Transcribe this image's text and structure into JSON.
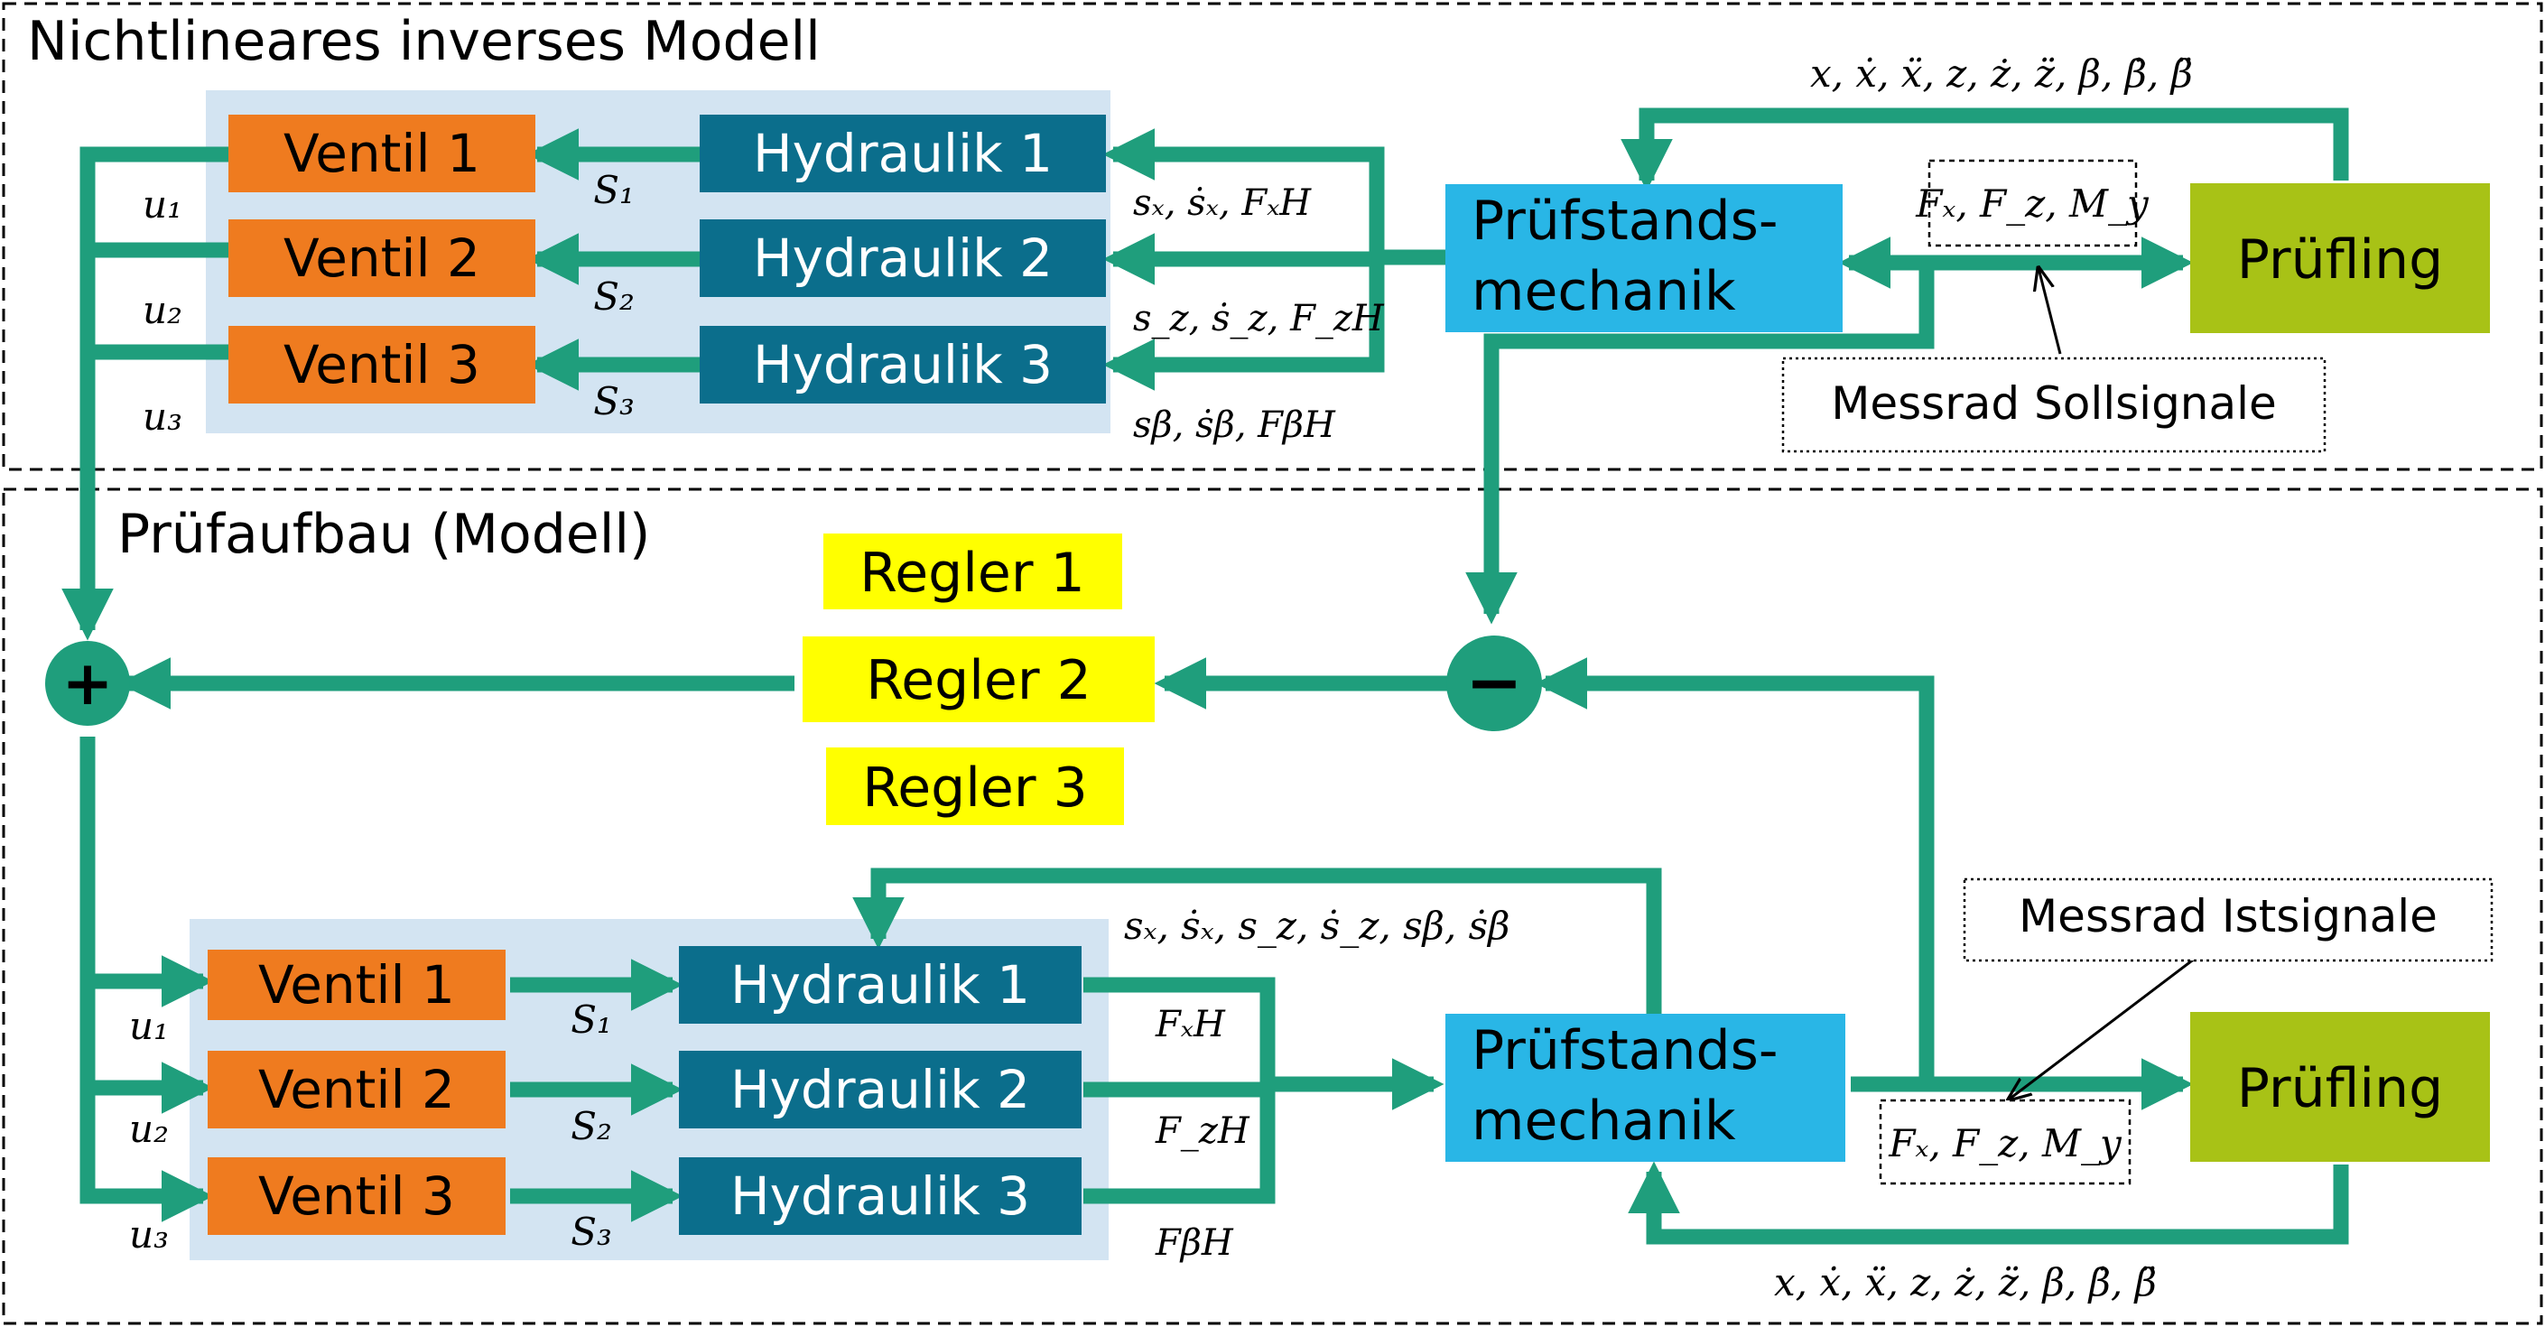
{
  "sections": {
    "top_title": "Nichtlineares inverses Modell",
    "bottom_title": "Prüfaufbau (Modell)"
  },
  "top": {
    "ventile": [
      "Ventil 1",
      "Ventil 2",
      "Ventil 3"
    ],
    "hydraulik": [
      "Hydraulik 1",
      "Hydraulik 2",
      "Hydraulik 3"
    ],
    "u_labels": [
      "u₁",
      "u₂",
      "u₃"
    ],
    "s_labels": [
      "S₁",
      "S₂",
      "S₃"
    ],
    "hyd_inputs": [
      "sₓ, ṡₓ, FₓH",
      "s_z, ṡ_z, F_zH",
      "sβ, ṡβ, FβH"
    ],
    "mechanik": "Prüfstands-mechanik",
    "pruefling": "Prüfling",
    "feedback": "x, ẋ, ẍ, z, ż, z̈, β, β̇, β̈",
    "forces": "Fₓ, F_z, M_y",
    "messrad": "Messrad Sollsignale"
  },
  "controllers": [
    "Regler 1",
    "Regler 2",
    "Regler 3"
  ],
  "junctions": {
    "sum": "+",
    "diff": "−"
  },
  "bottom": {
    "ventile": [
      "Ventil 1",
      "Ventil 2",
      "Ventil 3"
    ],
    "hydraulik": [
      "Hydraulik 1",
      "Hydraulik 2",
      "Hydraulik 3"
    ],
    "u_labels": [
      "u₁",
      "u₂",
      "u₃"
    ],
    "s_labels": [
      "S₁",
      "S₂",
      "S₃"
    ],
    "states": "sₓ, ṡₓ, s_z, ṡ_z, sβ, ṡβ",
    "force_outputs": [
      "FₓH",
      "F_zH",
      "FβH"
    ],
    "mechanik": "Prüfstands-mechanik",
    "pruefling": "Prüfling",
    "feedback": "x, ẋ, ẍ, z, ż, z̈, β, β̇, β̈",
    "forces": "Fₓ, F_z, M_y",
    "messrad": "Messrad Istsignale"
  },
  "colors": {
    "arrow": "#1f9e7c",
    "ventil": "#ef7b1f",
    "hydraulik": "#0b6e8c",
    "mechanik": "#29b6e6",
    "pruefling": "#a8c216",
    "regler": "#ffff00",
    "group_bg": "#d3e4f2"
  }
}
